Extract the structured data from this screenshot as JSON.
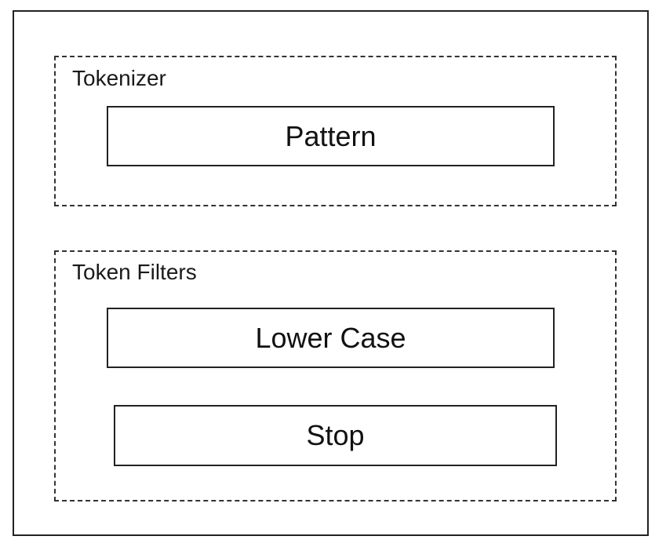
{
  "analyzer": {
    "tokenizer": {
      "label": "Tokenizer",
      "components": [
        "Pattern"
      ]
    },
    "token_filters": {
      "label": "Token Filters",
      "components": [
        "Lower Case",
        "Stop"
      ]
    }
  }
}
